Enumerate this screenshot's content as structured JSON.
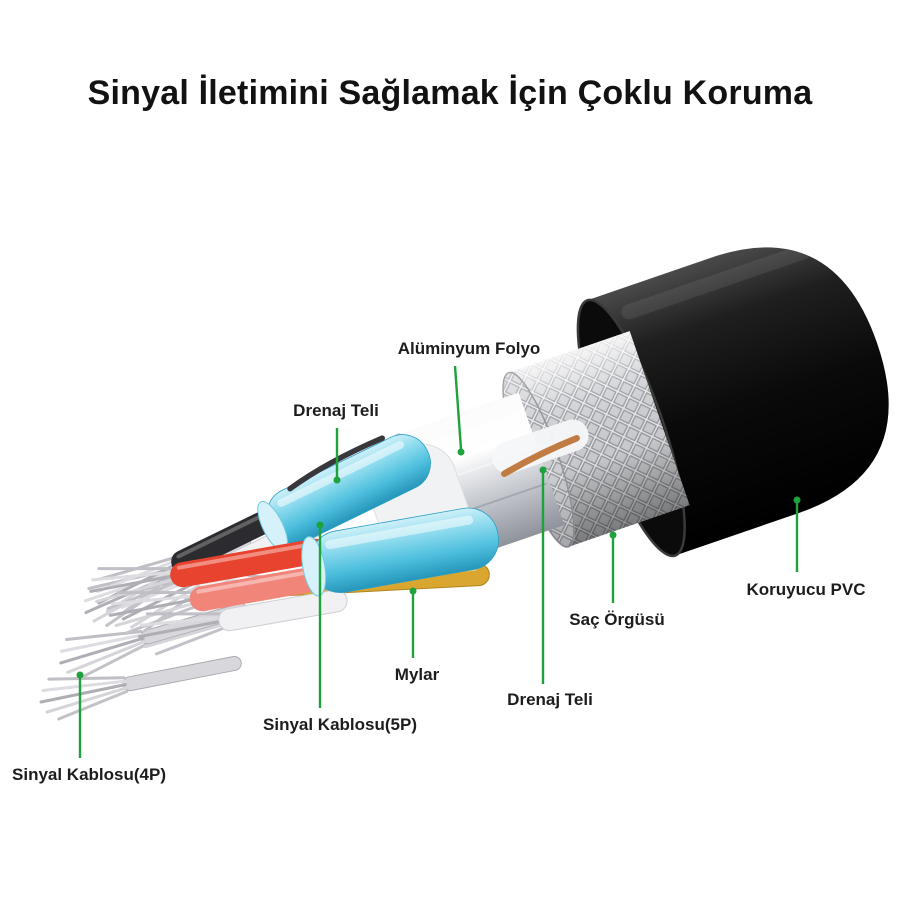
{
  "title": "Sinyal İletimini Sağlamak İçin Çoklu Koruma",
  "labels": {
    "aluminum_foil": "Alüminyum Folyo",
    "drain_wire_top": "Drenaj Teli",
    "protective_pvc": "Koruyucu PVC",
    "braided_shield": "Saç Örgüsü",
    "drain_wire_bottom": "Drenaj Teli",
    "mylar": "Mylar",
    "signal_cable_5p": "Sinyal Kablosu(5P)",
    "signal_cable_4p": "Sinyal Kablosu(4P)"
  },
  "colors": {
    "accent_green": "#1da23c",
    "title_color": "#121212",
    "label_color": "#1d1d1f",
    "jacket_black": "#101010",
    "braid_silver": "#d2d3d6",
    "foil_silver": "#e9eaee",
    "cable_cyan": "#5cc6e4",
    "wire_red": "#e8432e",
    "wire_pink": "#f2857a",
    "wire_yellow": "#d9a62f",
    "wire_black": "#2c2c30",
    "wire_white": "#f1f1f3",
    "copper": "#c07c42"
  }
}
